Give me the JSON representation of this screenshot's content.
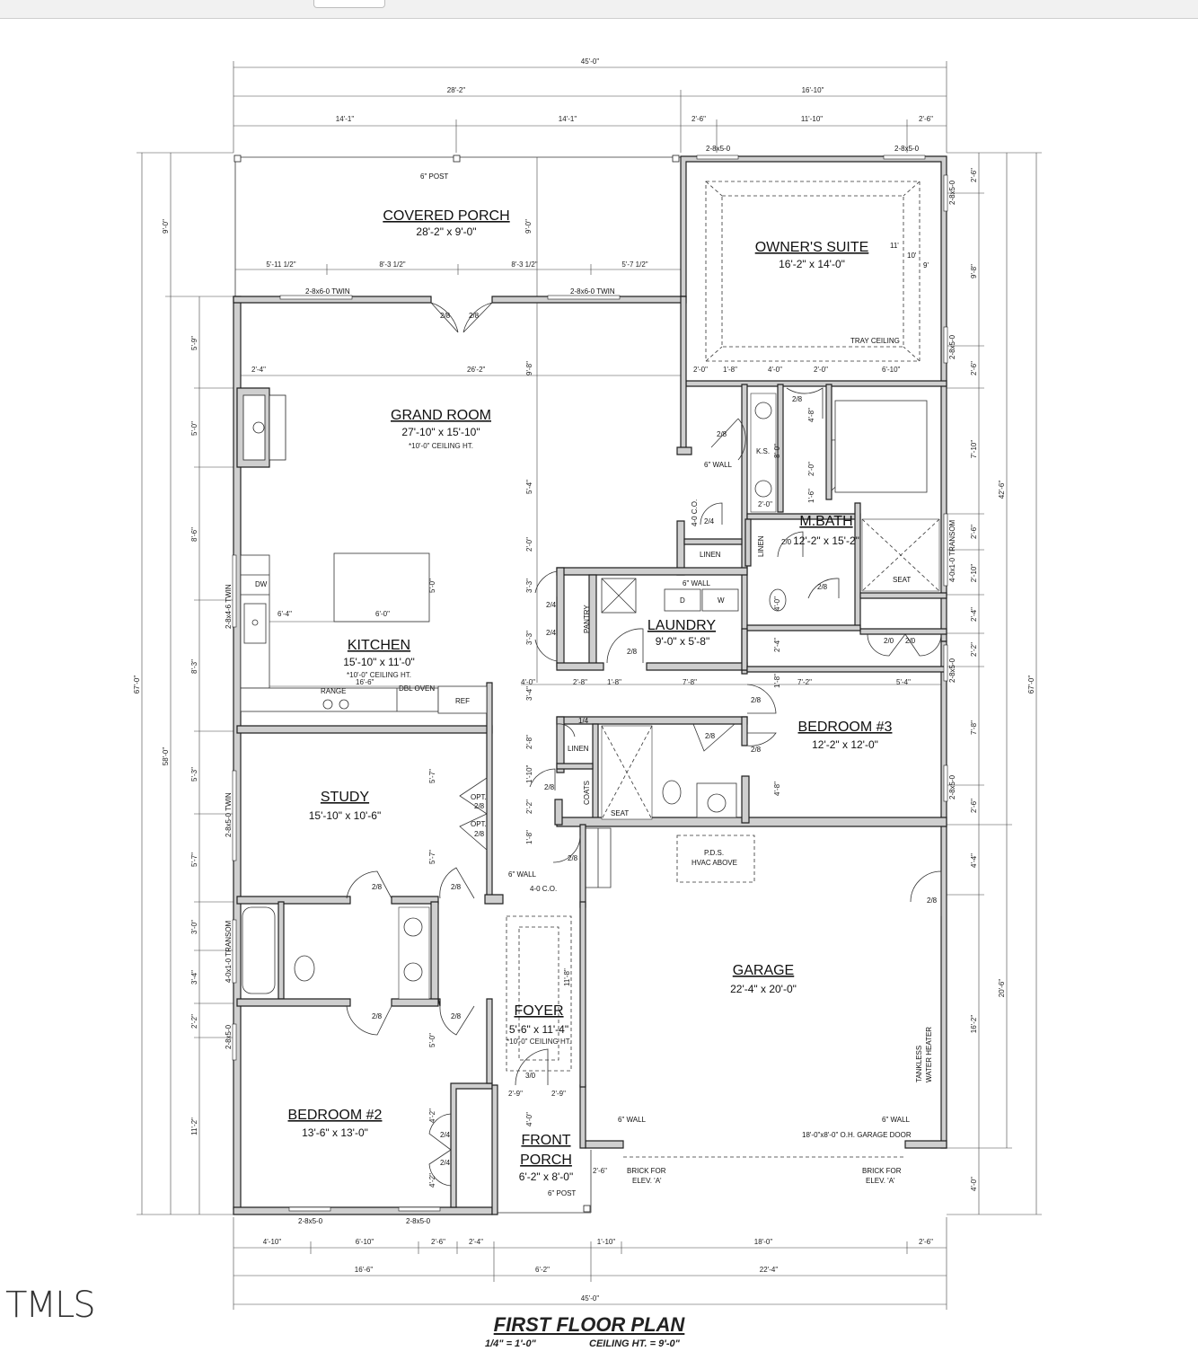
{
  "plan": {
    "title": "FIRST FLOOR PLAN",
    "scale": "1/4\" = 1'-0\"",
    "ceiling": "CEILING HT. = 9'-0\""
  },
  "watermark": "TMLS",
  "rooms": {
    "covered_porch": {
      "name": "COVERED PORCH",
      "size": "28'-2\" x 9'-0\""
    },
    "owners_suite": {
      "name": "OWNER'S SUITE",
      "size": "16'-2\" x 14'-0\""
    },
    "grand_room": {
      "name": "GRAND ROOM",
      "size": "27'-10\" x 15'-10\"",
      "note": "*10'-0\" CEILING HT."
    },
    "kitchen": {
      "name": "KITCHEN",
      "size": "15'-10\" x 11'-0\"",
      "note": "*10'-0\" CEILING HT."
    },
    "laundry": {
      "name": "LAUNDRY",
      "size": "9'-0\" x 5'-8\""
    },
    "m_bath": {
      "name": "M.BATH",
      "size": "12'-2\" x 15'-2\""
    },
    "bedroom3": {
      "name": "BEDROOM #3",
      "size": "12'-2\" x 12'-0\""
    },
    "study": {
      "name": "STUDY",
      "size": "15'-10\" x 10'-6\""
    },
    "garage": {
      "name": "GARAGE",
      "size": "22'-4\" x 20'-0\""
    },
    "foyer": {
      "name": "FOYER",
      "size": "5'-6\" x 11'-4\"",
      "note": "*10'-0\" CEILING HT."
    },
    "bedroom2": {
      "name": "BEDROOM #2",
      "size": "13'-6\" x 13'-0\""
    },
    "front_porch": {
      "name1": "FRONT",
      "name2": "PORCH",
      "size": "6'-2\" x 8'-0\""
    }
  },
  "labels": {
    "post6": "6\" POST",
    "twin": "2-8x6-0 TWIN",
    "win2850": "2-8x5-0",
    "tray": "TRAY CEILING",
    "wall6": "6\" WALL",
    "linen": "LINEN",
    "pantry": "PANTRY",
    "coats": "COATS",
    "seat": "SEAT",
    "ks": "K.S.",
    "dw": "DW",
    "range": "RANGE",
    "dbl_oven": "DBL OVEN",
    "ref": "REF",
    "d": "D",
    "w": "W",
    "co": "4-0 C.O.",
    "pds": "P.D.S.",
    "hvac": "HVAC ABOVE",
    "garage_door": "18'-0\"x8'-0\" O.H. GARAGE DOOR",
    "brick": "BRICK FOR",
    "elev": "ELEV. 'A'",
    "tankless1": "TANKLESS",
    "tankless2": "WATER HEATER",
    "opt": "OPT.",
    "door28": "2/8",
    "door24": "2/4",
    "door20": "2/0",
    "door30": "3/0",
    "door14": "1/4",
    "transom": "4-0x1-0 TRANSOM",
    "twin_left": "2-8x4-6 TWIN",
    "twin_study": "2-8x5-0 TWIN"
  },
  "dims": {
    "overall": "45'-0\"",
    "top_a": "28'-2\"",
    "top_b": "16'-10\"",
    "t1": "14'-1\"",
    "t2": "14'-1\"",
    "t3": "2'-6\"",
    "t4": "11'-10\"",
    "t5": "2'-6\"",
    "p1": "5'-11 1/2\"",
    "p2": "8'-3 1/2\"",
    "p3": "8'-3 1/2\"",
    "p4": "5'-7 1/2\"",
    "g1": "2'-4\"",
    "g2": "26'-2\"",
    "b1": "4'-10\"",
    "b2": "6'-10\"",
    "b3": "2'-6\"",
    "b4": "2'-4\"",
    "b5": "1'-10\"",
    "b6": "18'-0\"",
    "b7": "2'-6\"",
    "c1": "16'-6\"",
    "c2": "6'-2\"",
    "c3": "22'-4\"",
    "left_total": "67'-0\"",
    "left_sub": "58'-0\"",
    "left_top": "9'-0\"",
    "l1": "5'-9\"",
    "l2": "5'-0\"",
    "l3": "8'-6\"",
    "l4": "8'-3\"",
    "l5": "5'-3\"",
    "l6": "5'-7\"",
    "l7": "3'-0\"",
    "l8": "3'-4\"",
    "l9": "2'-2\"",
    "l10": "11'-2\"",
    "right_total": "67'-0\"",
    "right_sub": "42'-6\"",
    "right_sub2": "20'-6\"",
    "r1": "2'-6\"",
    "r2": "9'-8\"",
    "r3": "2'-6\"",
    "r4": "7'-10\"",
    "r5": "2'-6\"",
    "r6": "2'-10\"",
    "r7": "2'-4\"",
    "r8": "2'-2\"",
    "r9": "7'-8\"",
    "r10": "2'-6\"",
    "r11": "4'-4\"",
    "r12": "16'-2\"",
    "r13": "4'-0\"",
    "s1": "2'-0\"",
    "s2": "1'-8\"",
    "s3": "4'-0\"",
    "s4": "2'-0\"",
    "s5": "6'-10\"",
    "k1": "6'-4\"",
    "k2": "6'-0\"",
    "k3": "16'-6\"",
    "h1": "4'-0\"",
    "h2": "2'-8\"",
    "h3": "1'-8\"",
    "h4": "7'-8\"",
    "h5": "7'-2\"",
    "h6": "5'-4\"",
    "f1": "2'-9\"",
    "f2": "2'-9\"",
    "f3": "2'-6\""
  }
}
